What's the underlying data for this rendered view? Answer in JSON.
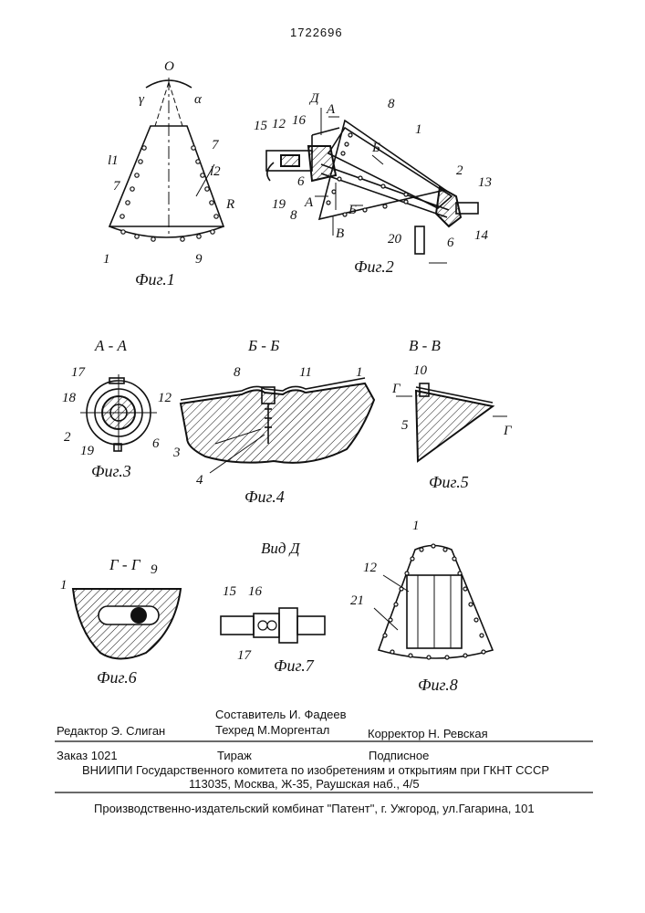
{
  "patent_number": "1722696",
  "figures": {
    "fig1": {
      "caption": "Фиг.1",
      "labels": {
        "o": "О",
        "gamma": "γ",
        "alpha": "α",
        "l1": "l1",
        "l2": "l2",
        "n7a": "7",
        "n7b": "7",
        "n1": "1",
        "n9": "9",
        "r": "R"
      }
    },
    "fig2": {
      "caption": "Фиг.2",
      "labels": {
        "d": "Д",
        "a": "А",
        "n15": "15",
        "n12": "12",
        "n16": "16",
        "n8": "8",
        "n1": "1",
        "b": "Б",
        "b2": "Б",
        "n6a": "6",
        "n19": "19",
        "n8b": "8",
        "a2": "А",
        "v": "В",
        "n20": "20",
        "n2": "2",
        "n13": "13",
        "n6b": "6",
        "n14": "14"
      }
    },
    "fig3": {
      "section": "А - А",
      "caption": "Фиг.3",
      "labels": {
        "n17": "17",
        "n18": "18",
        "n12": "12",
        "n2": "2",
        "n6": "6",
        "n19": "19"
      }
    },
    "fig4": {
      "section": "Б - Б",
      "caption": "Фиг.4",
      "labels": {
        "n8": "8",
        "n11": "11",
        "n1": "1",
        "n3": "3",
        "n4": "4"
      }
    },
    "fig5": {
      "section": "В - В",
      "caption": "Фиг.5",
      "labels": {
        "n10": "10",
        "g": "Г",
        "n5": "5",
        "g2": "Г"
      }
    },
    "fig6": {
      "section": "Г - Г",
      "caption": "Фиг.6",
      "labels": {
        "n1": "1",
        "n9": "9"
      }
    },
    "fig7": {
      "section": "Вид Д",
      "caption": "Фиг.7",
      "labels": {
        "n15": "15",
        "n16": "16",
        "n17": "17"
      }
    },
    "fig8": {
      "caption": "Фиг.8",
      "labels": {
        "n1": "1",
        "n12": "12",
        "n21": "21"
      }
    }
  },
  "footer": {
    "editor": "Редактор Э. Слиган",
    "compiler": "Составитель И. Фадеев",
    "techred": "Техред М.Моргентал",
    "corrector": "Корректор Н. Ревская",
    "order": "Заказ 1021",
    "circulation": "Тираж",
    "subscription": "Подписное",
    "vniipi": "ВНИИПИ Государственного комитета по изобретениям и открытиям при ГКНТ СССР",
    "address": "113035, Москва, Ж-35, Раушская наб., 4/5",
    "publisher": "Производственно-издательский комбинат \"Патент\", г. Ужгород, ул.Гагарина, 101"
  }
}
